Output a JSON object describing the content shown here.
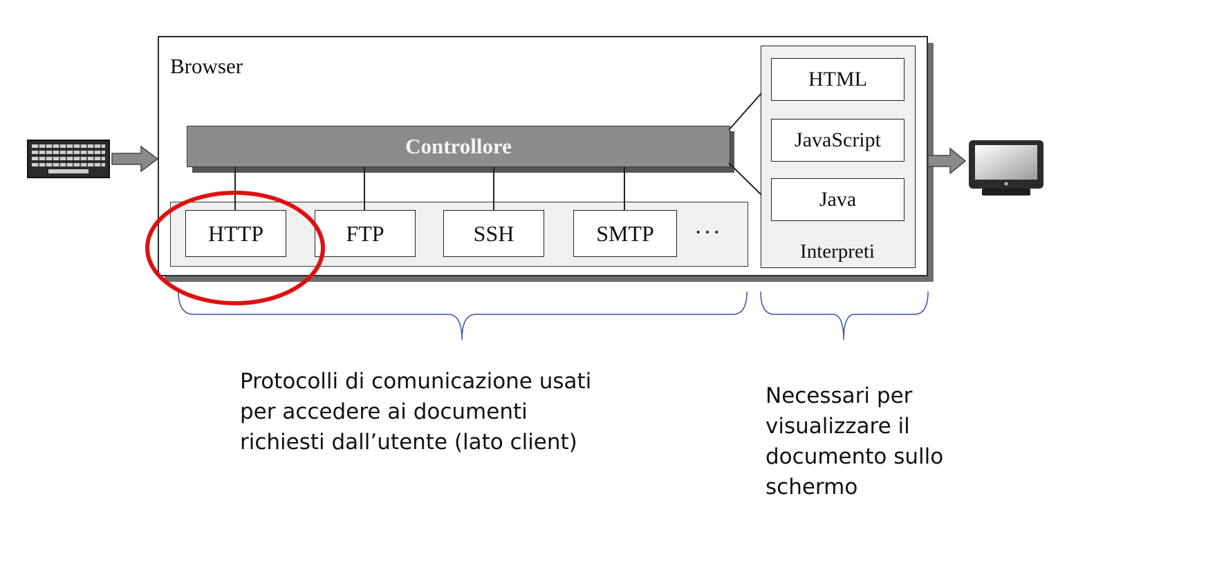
{
  "browser": {
    "label": "Browser"
  },
  "controller": {
    "label": "Controllore"
  },
  "protocols": {
    "items": [
      "HTTP",
      "FTP",
      "SSH",
      "SMTP"
    ],
    "more": "···"
  },
  "interpreters": {
    "items": [
      "HTML",
      "JavaScript",
      "Java"
    ],
    "label": "Interpreti"
  },
  "captions": {
    "protocols": [
      "Protocolli di comunicazione usati",
      "per accedere ai documenti",
      "richiesti dall’utente (lato client)"
    ],
    "interpreters": [
      "Necessari per",
      "visualizzare il",
      "documento sullo",
      "schermo"
    ]
  },
  "colors": {
    "highlight": "#e01010",
    "brace": "#3a4fb0",
    "controller": "#8c8c8c",
    "arrow": "#8a8a8a"
  },
  "icons": {
    "input": "keyboard-icon",
    "output": "monitor-icon"
  }
}
